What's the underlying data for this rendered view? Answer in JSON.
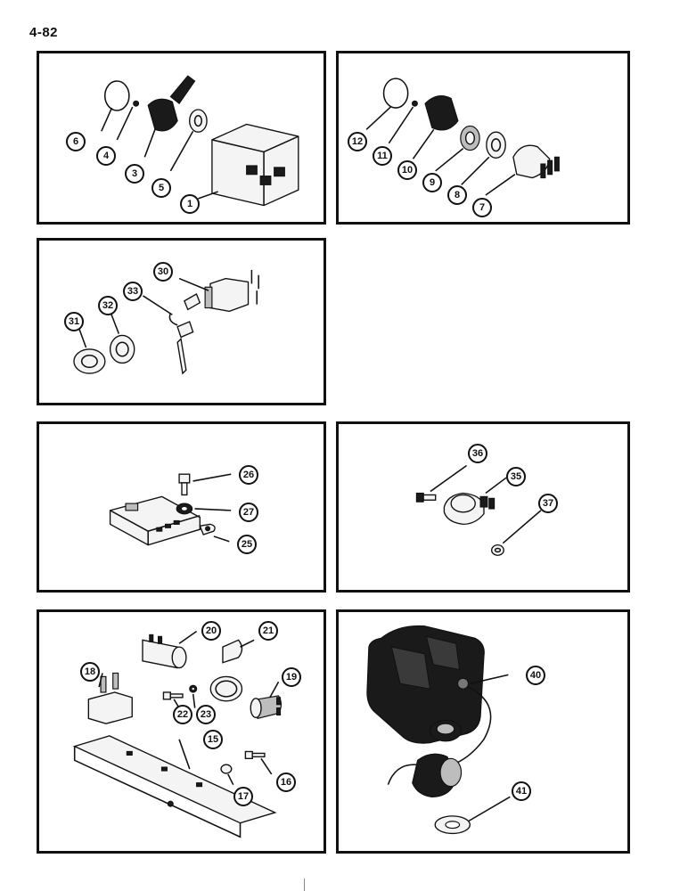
{
  "page_number": "4-82",
  "panels": {
    "p1": {
      "callouts": [
        "6",
        "4",
        "3",
        "5",
        "1"
      ]
    },
    "p2": {
      "callouts": [
        "12",
        "11",
        "10",
        "9",
        "8",
        "7"
      ]
    },
    "p3": {
      "callouts": [
        "30",
        "33",
        "32",
        "31"
      ]
    },
    "p4": {
      "callouts": [
        "26",
        "27",
        "25"
      ]
    },
    "p5": {
      "callouts": [
        "36",
        "35",
        "37"
      ]
    },
    "p6": {
      "callouts": [
        "20",
        "21",
        "18",
        "19",
        "22",
        "23",
        "15",
        "16",
        "17"
      ]
    },
    "p7": {
      "callouts": [
        "40",
        "41"
      ]
    }
  }
}
